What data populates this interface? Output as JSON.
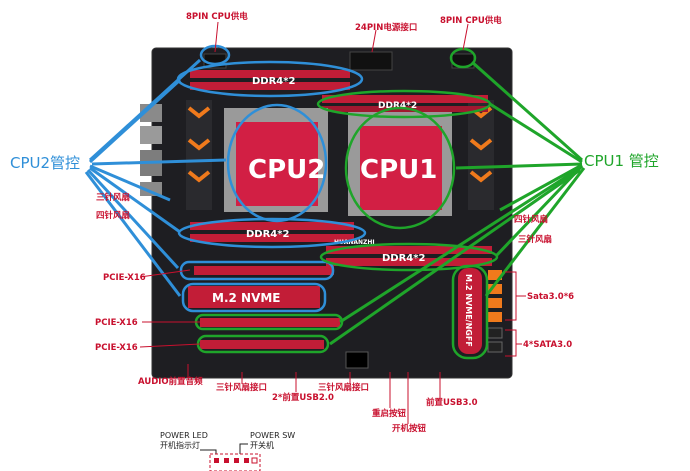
{
  "colors": {
    "red": "#c8102e",
    "blue": "#2f8fd8",
    "green": "#1fa52a",
    "board": "#1e1e22",
    "slot": "#c21d37",
    "orange": "#f07a1c"
  },
  "board": {
    "cpu1": "CPU1",
    "cpu2": "CPU2",
    "ddr_top_left": "DDR4*2",
    "ddr_top_right": "DDR4*2",
    "ddr_mid_left": "DDR4*2",
    "ddr_mid_right": "DDR4*2",
    "m2_h": "M.2 NVME",
    "m2_v": "M.2 NVME/NGFF",
    "brand": "HUANANZHI"
  },
  "labels": {
    "cpu2_power": "8PIN CPU供电",
    "pin24": "24PIN电源接口",
    "cpu1_power": "8PIN CPU供电",
    "cpu2_ctrl": "CPU2管控",
    "cpu1_ctrl": "CPU1 管控",
    "fan3_left": "三针风扇",
    "fan4_left": "四针风扇",
    "fan4_right": "四针风扇",
    "fan3_right": "三针风扇",
    "pcie1": "PCIE-X16",
    "pcie2": "PCIE-X16",
    "pcie3": "PCIE-X16",
    "sata6": "Sata3.0*6",
    "sata4": "4*SATA3.0",
    "audio": "AUDIO前置音频",
    "fan3_bottom1": "三针风扇接口",
    "usb2": "2*前置USB2.0",
    "fan3_bottom2": "三针风扇接口",
    "reset": "重启按钮",
    "power_btn": "开机按钮",
    "usb3": "前置USB3.0",
    "power_led_en": "POWER LED",
    "power_led_cn": "开机指示灯",
    "power_sw_en": "POWER SW",
    "power_sw_cn": "开关机"
  }
}
